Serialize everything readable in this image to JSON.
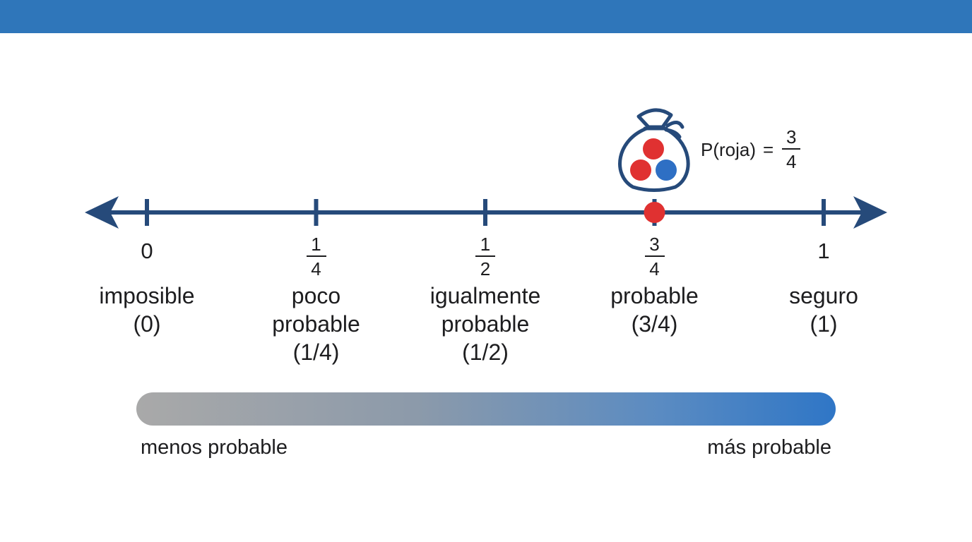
{
  "colors": {
    "header_bar": "#2f76ba",
    "axis": "#264a7a",
    "marker": "#e03131",
    "ball_red": "#e03131",
    "ball_blue": "#2e6fc4",
    "gradient_start": "#a9a9a9",
    "gradient_end": "#2f76c6",
    "text": "#1d1d1f"
  },
  "number_line": {
    "min": 0,
    "max": 1,
    "marker_value": 0.75,
    "ticks": [
      {
        "value": 0,
        "whole": "0",
        "num": "",
        "den": "",
        "label_lines": [
          "imposible",
          "(0)"
        ]
      },
      {
        "value": 0.25,
        "whole": "",
        "num": "1",
        "den": "4",
        "label_lines": [
          "poco",
          "probable",
          "(1/4)"
        ]
      },
      {
        "value": 0.5,
        "whole": "",
        "num": "1",
        "den": "2",
        "label_lines": [
          "igualmente",
          "probable",
          "(1/2)"
        ]
      },
      {
        "value": 0.75,
        "whole": "",
        "num": "3",
        "den": "4",
        "label_lines": [
          "probable",
          "(3/4)"
        ]
      },
      {
        "value": 1,
        "whole": "1",
        "num": "",
        "den": "",
        "label_lines": [
          "seguro",
          "(1)"
        ]
      }
    ]
  },
  "bag": {
    "icon": "bag-icon",
    "balls": [
      "red",
      "red",
      "blue"
    ]
  },
  "formula": {
    "lhs": "P(roja)",
    "eq": "=",
    "num": "3",
    "den": "4"
  },
  "scale": {
    "left_label": "menos probable",
    "right_label": "más probable"
  }
}
